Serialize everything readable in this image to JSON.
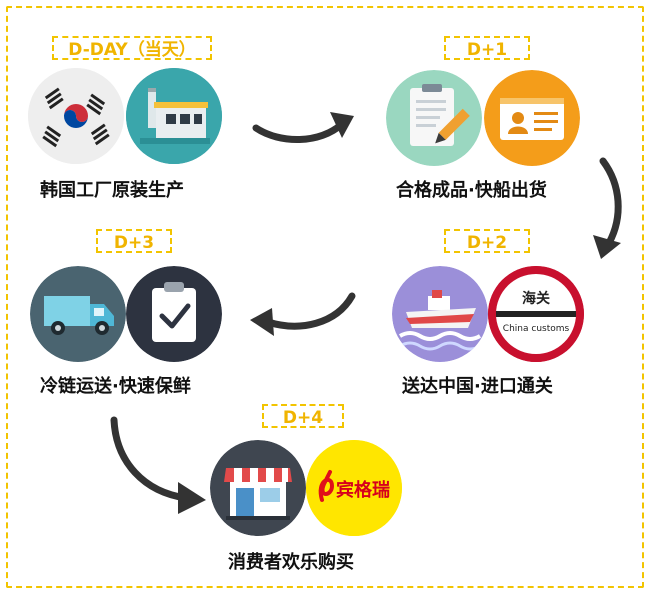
{
  "steps": [
    {
      "day": "D-DAY（当天）",
      "caption": "韩国工厂原装生产"
    },
    {
      "day": "D+1",
      "caption": "合格成品·快船出货"
    },
    {
      "day": "D+2",
      "caption": "送达中国·进口通关"
    },
    {
      "day": "D+3",
      "caption": "冷链运送·快速保鲜"
    },
    {
      "day": "D+4",
      "caption": "消费者欢乐购买"
    }
  ],
  "labels": {
    "customs_cn": "海关",
    "customs_en": "China customs",
    "brand": "宾格瑞"
  },
  "colors": {
    "accent": "#f2c400",
    "tag_text": "#f0b400",
    "customs_red": "#c8102e",
    "brand_yellow": "#ffe600"
  }
}
